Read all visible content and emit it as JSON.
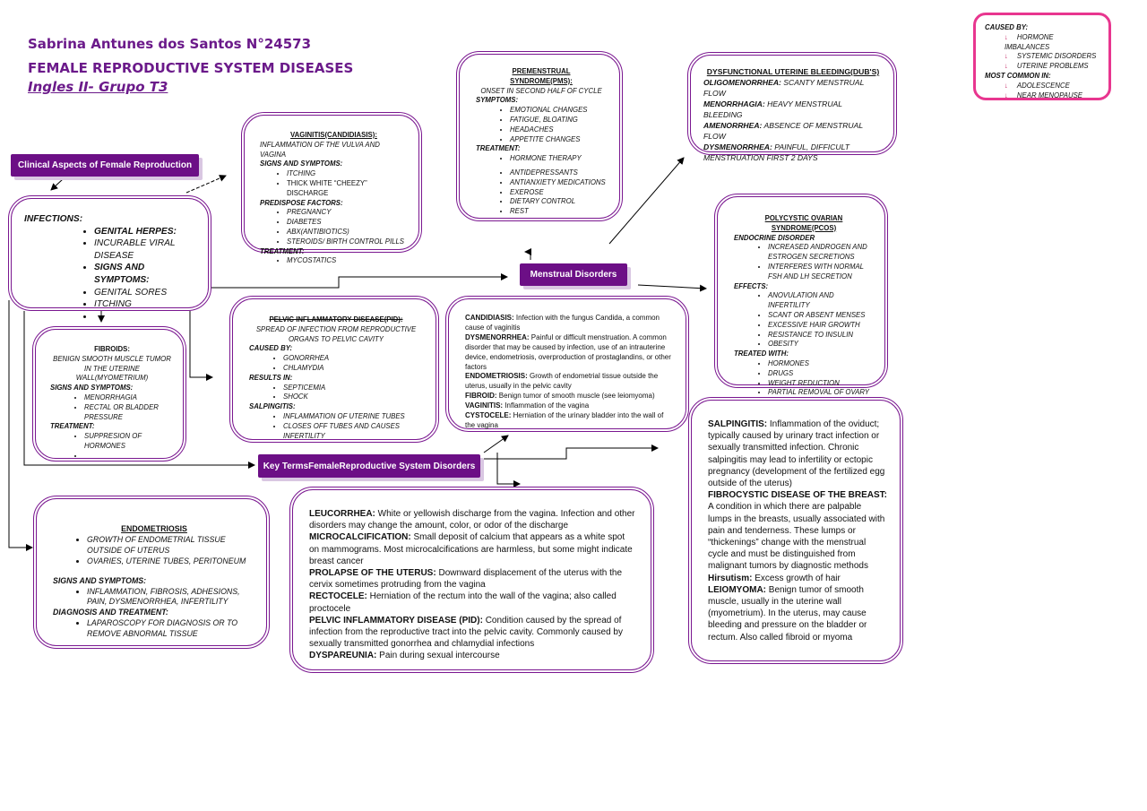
{
  "header": {
    "author": "Sabrina Antunes dos Santos N°24573",
    "title": "FEMALE REPRODUCTIVE SYSTEM DISEASES",
    "subtitle": "Ingles II- Grupo T3"
  },
  "buttons": {
    "clinical": "Clinical Aspects of Female Reproduction",
    "menstrual": "Menstrual Disorders",
    "keyterms": "Key TermsFemaleReproductive System Disorders"
  },
  "caused_box": {
    "caused_label": "CAUSED BY:",
    "causes": [
      "HORMONE IMBALANCES",
      "SYSTEMIC DISORDERS",
      "UTERINE PROBLEMS"
    ],
    "common_label": "MOST COMMON IN:",
    "common": [
      "ADOLESCENCE",
      "NEAR MENOPAUSE"
    ]
  },
  "infections": {
    "label": "INFECTIONS:",
    "items": [
      "GENITAL HERPES:",
      "INCURABLE VIRAL DISEASE",
      "SIGNS AND SYMPTOMS:",
      "GENITAL SORES",
      "ITCHING",
      ""
    ]
  },
  "vaginitis": {
    "title": "VAGINITIS(CANDIDIASIS):",
    "desc": "INFLAMMATION OF THE VULVA AND VAGINA",
    "signs_label": "SIGNS AND SYMPTOMS:",
    "signs": [
      "ITCHING",
      "THICK WHITE “CHEEZY” DISCHARGE"
    ],
    "predispose_label": "PREDISPOSE FACTORS:",
    "predispose": [
      "PREGNANCY",
      "DIABETES",
      "ABX(ANTIBIOTICS)",
      "STEROIDS/ BIRTH CONTROL PILLS"
    ],
    "treatment_label": "TREATMENT:",
    "treatment": [
      "MYCOSTATICS"
    ]
  },
  "pms": {
    "title": "PREMENSTRUAL SYNDROME(PMS):",
    "desc": "ONSET IN SECOND HALF OF CYCLE",
    "symptoms_label": "SYMPTOMS:",
    "symptoms": [
      "EMOTIONAL CHANGES",
      "FATIGUE, BLOATING",
      "HEADACHES",
      "APPETITE CHANGES"
    ],
    "treatment_label": "TREATMENT:",
    "treatment1": [
      "HORMONE THERAPY"
    ],
    "treatment2": [
      "ANTIDEPRESSANTS",
      "ANTIANXIETY MEDICATIONS",
      "EXEROSE",
      "DIETARY CONTROL",
      "REST"
    ]
  },
  "dub": {
    "title": "DYSFUNCTIONAL UTERINE BLEEDING(DUB'S)",
    "terms": [
      {
        "term": "OLIGOMENORRHEA:",
        "def": "SCANTY MENSTRUAL FLOW"
      },
      {
        "term": "MENORRHAGIA:",
        "def": "HEAVY MENSTRUAL BLEEDING"
      },
      {
        "term": "AMENORRHEA:",
        "def": "ABSENCE OF MENSTRUAL FLOW"
      },
      {
        "term": "DYSMENORRHEA:",
        "def": "PAINFUL, DIFFICULT MENSTRUATION FIRST 2 DAYS"
      }
    ]
  },
  "pcos": {
    "title": "POLYCYSTIC OVARIAN SYNDROME(PCOS)",
    "endocrine_label": "ENDOCRINE DISORDER",
    "endocrine": [
      "INCREASED ANDROGEN AND ESTROGEN SECRETIONS",
      "INTERFERES WITH NORMAL FSH AND LH SECRETION"
    ],
    "effects_label": "EFFECTS:",
    "effects": [
      "ANOVULATION AND INFERTILITY",
      "SCANT OR ABSENT MENSES",
      "EXCESSIVE HAIR GROWTH",
      "RESISTANCE TO INSULIN",
      "OBESITY"
    ],
    "treated_label": "TREATED WITH:",
    "treated": [
      "HORMONES",
      "DRUGS",
      "WEIGHT REDUCTION",
      "PARTIAL REMOVAL OF OVARY"
    ]
  },
  "fibroids": {
    "title": "FIBROIDS:",
    "desc": "BENIGN SMOOTH MUSCLE TUMOR IN THE UTERINE WALL(MYOMETRIUM)",
    "signs_label": "SIGNS AND SYMPTOMS:",
    "signs": [
      "MENORRHAGIA",
      "RECTAL OR BLADDER PRESSURE"
    ],
    "treatment_label": "TREATMENT:",
    "treatment": [
      "SUPPRESION OF HORMONES",
      ""
    ]
  },
  "pid": {
    "title": "PELVIC INFLAMMATORY DISEASE(PID):",
    "desc": "SPREAD OF INFECTION FROM REPRODUCTIVE ORGANS TO PELVIC CAVITY",
    "caused_label": "CAUSED BY:",
    "caused": [
      "GONORRHEA",
      "CHLAMYDIA"
    ],
    "results_label": "RESULTS IN:",
    "results": [
      "SEPTICEMIA",
      "SHOCK"
    ],
    "salp_label": "SALPINGITIS:",
    "salp": [
      "INFLAMMATION OF UTERINE TUBES",
      "CLOSES OFF TUBES AND CAUSES INFERTILITY"
    ]
  },
  "defs_mid": [
    {
      "term": "CANDIDIASIS:",
      "def": "Infection with the fungus Candida, a common cause of vaginitis"
    },
    {
      "term": "DYSMENORRHEA:",
      "def": "Painful or difficult menstruation. A common disorder that may be caused by infection, use of an intrauterine device, endometriosis, overproduction of prostaglandins, or other factors"
    },
    {
      "term": "ENDOMETRIOSIS:",
      "def": "Growth of endometrial tissue outside the uterus, usually in the pelvic cavity"
    },
    {
      "term": "FIBROID:",
      "def": "Benign tumor of smooth muscle (see leiomyoma)"
    },
    {
      "term": "VAGINITIS:",
      "def": "Inflammation of the vagina"
    },
    {
      "term": "CYSTOCELE:",
      "def": "Herniation of the urinary bladder into the wall of the vagina"
    }
  ],
  "endometriosis": {
    "title": "ENDOMETRIOSIS",
    "items": [
      "GROWTH OF ENDOMETRIAL TISSUE OUTSIDE OF UTERUS",
      "OVARIES, UTERINE TUBES, PERITONEUM"
    ],
    "signs_label": "SIGNS AND SYMPTOMS:",
    "signs": [
      "INFLAMMATION, FIBROSIS, ADHESIONS, PAIN, DYSMENORRHEA, INFERTILITY"
    ],
    "diag_label": "DIAGNOSIS AND TREATMENT:",
    "diag": [
      "LAPAROSCOPY FOR DIAGNOSIS OR TO REMOVE ABNORMAL TISSUE"
    ]
  },
  "defs_bottom": [
    {
      "term": "LEUCORRHEA:",
      "def": "White or yellowish discharge from the vagina. Infection and other disorders may change the amount, color, or odor of the discharge"
    },
    {
      "term": "MICROCALCIFICATION:",
      "def": "Small deposit of calcium that appears as a white spot on mammograms. Most microcalcifications are harmless, but some might indicate breast cancer"
    },
    {
      "term": "PROLAPSE OF THE UTERUS:",
      "def": "Downward displacement of the uterus with the cervix sometimes protruding from the vagina"
    },
    {
      "term": "RECTOCELE:",
      "def": "Herniation of the rectum into the wall of the vagina; also called proctocele"
    },
    {
      "term": "PELVIC INFLAMMATORY DISEASE (PID):",
      "def": "Condition caused by the spread of infection from the reproductive tract into the pelvic cavity. Commonly caused by sexually transmitted gonorrhea and chlamydial infections"
    },
    {
      "term": "DYSPAREUNIA:",
      "def": "Pain during sexual intercourse"
    }
  ],
  "defs_right": [
    {
      "term": "SALPINGITIS:",
      "def": "Inflammation of the oviduct; typically caused by urinary tract infection or sexually transmitted infection. Chronic salpingitis may lead to infertility or ectopic pregnancy (development of the fertilized egg outside of the uterus)"
    },
    {
      "term": "FIBROCYSTIC DISEASE OF THE BREAST:",
      "def": "A condition in which there are palpable lumps in the breasts, usually associated with pain and tenderness. These lumps or “thickenings” change with the menstrual cycle and must be distinguished from malignant tumors by diagnostic methods"
    },
    {
      "term": "Hirsutism:",
      "def": "Excess growth of hair"
    },
    {
      "term": "LEIOMYOMA:",
      "def": "Benign tumor of smooth muscle, usually in the uterine wall (myometrium). In the uterus, may cause bleeding and pressure on the bladder or rectum. Also called fibroid or myoma"
    }
  ],
  "colors": {
    "purple": "#7a1790",
    "button": "#6c0f86",
    "pink": "#e8368f",
    "title": "#6b1a8a"
  }
}
